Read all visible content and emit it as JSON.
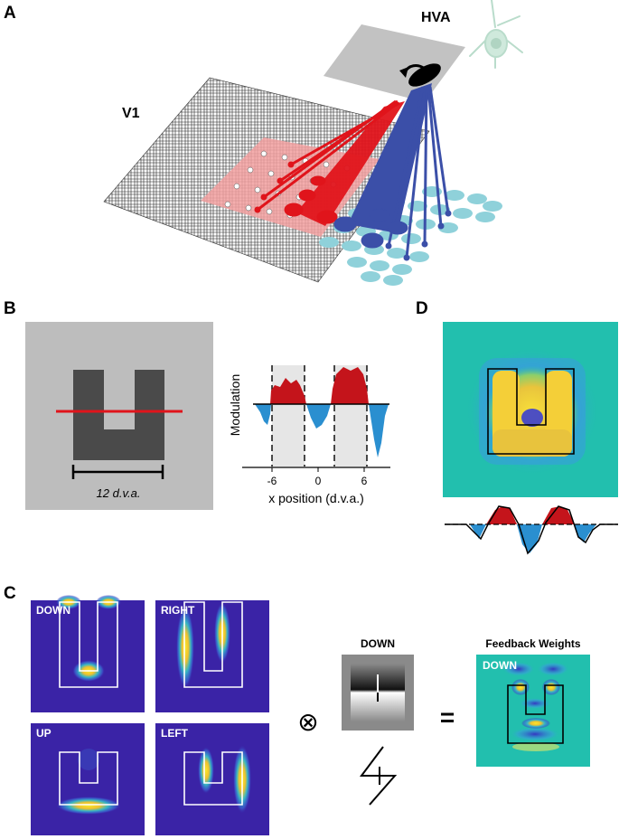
{
  "panel_a": {
    "letter": "A",
    "v1_label": "V1",
    "hva_label": "HVA"
  },
  "panel_b": {
    "letter": "B",
    "scale_label": "12 d.v.a.",
    "ylabel": "Modulation",
    "xlabel": "x position (d.v.a.)",
    "xticks": [
      "-6",
      "0",
      "6"
    ]
  },
  "panel_c": {
    "letter": "C",
    "maps": [
      {
        "label": "DOWN"
      },
      {
        "label": "RIGHT"
      },
      {
        "label": "UP"
      },
      {
        "label": "LEFT"
      }
    ],
    "operator_symbol": "⊗",
    "kernel_label": "DOWN",
    "equals_symbol": "=",
    "weights_title": "Feedback Weights",
    "weights_label": "DOWN"
  },
  "panel_d": {
    "letter": "D"
  },
  "colors": {
    "red": "#e0141b",
    "blue": "#3b4fa8",
    "cyan": "#8fd1da",
    "pink": "#f2a0a0",
    "map_bg": "#3a23a6",
    "teal": "#22bfae"
  }
}
